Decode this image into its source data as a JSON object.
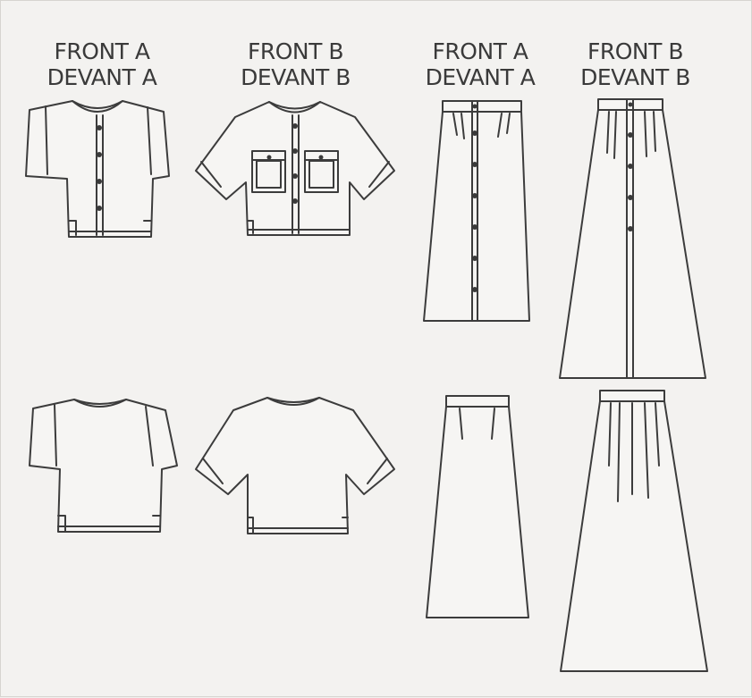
{
  "labels": {
    "top_a": {
      "line1": "FRONT A",
      "line2": "DEVANT A"
    },
    "top_b": {
      "line1": "FRONT B",
      "line2": "DEVANT B"
    },
    "skirt_a": {
      "line1": "FRONT A",
      "line2": "DEVANT A"
    },
    "skirt_b": {
      "line1": "FRONT B",
      "line2": "DEVANT B"
    }
  },
  "colors": {
    "paper": "#f3f2f0",
    "ink": "#3c3c3c"
  },
  "garments": [
    {
      "name": "top-a-front-icon"
    },
    {
      "name": "top-b-front-icon"
    },
    {
      "name": "skirt-a-front-icon"
    },
    {
      "name": "skirt-b-front-icon"
    },
    {
      "name": "top-a-back-icon"
    },
    {
      "name": "top-b-back-icon"
    },
    {
      "name": "skirt-a-back-icon"
    },
    {
      "name": "skirt-b-back-icon"
    }
  ]
}
